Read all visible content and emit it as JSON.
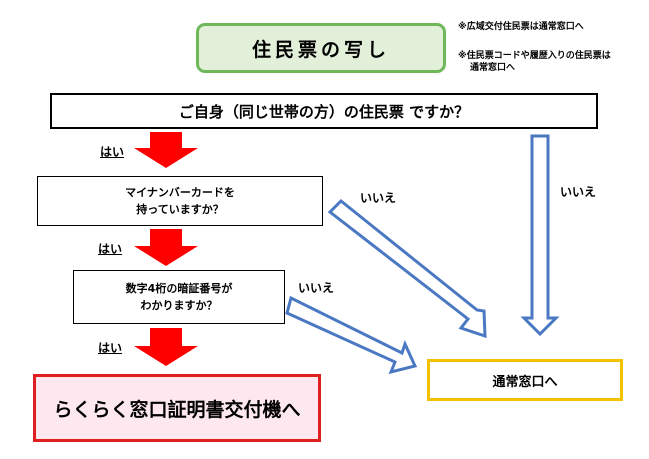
{
  "title": "住民票の写し",
  "notes": {
    "note1": "※広域交付住民票は通常窓口へ",
    "note2_line1": "※住民票コードや履歴入りの住民票は",
    "note2_line2": "通常窓口へ"
  },
  "questions": {
    "main": "ご自身（同じ世帯の方）の住民票 ですか？",
    "card_line1": "マイナンバーカードを",
    "card_line2": "持っていますか？",
    "pin_line1": "数字4桁の暗証番号が",
    "pin_line2": "わかりますか？"
  },
  "labels": {
    "yes1": "はい",
    "yes2": "はい",
    "yes3": "はい",
    "no_main": "いいえ",
    "no_card": "いいえ",
    "no_pin": "いいえ"
  },
  "outcomes": {
    "kiosk": "らくらく窓口証明書交付機へ",
    "counter": "通常窓口へ"
  },
  "colors": {
    "yes_arrow": "#ff0000",
    "no_arrow_outline": "#4a78c2",
    "title_border": "#6fb85a",
    "kiosk_border": "#e02020",
    "counter_border": "#f2c200"
  }
}
